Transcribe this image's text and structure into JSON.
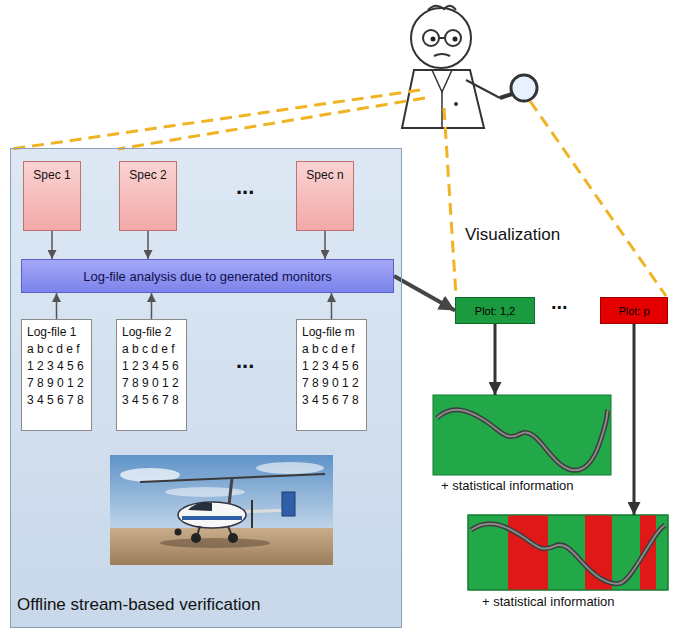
{
  "diagram": {
    "nodes": [
      {
        "text": [
          "Offline stream-based verification"
        ]
      },
      {
        "text": [
          "Spec 1"
        ],
        "in": 0
      },
      {
        "text": [
          "Spec 2"
        ],
        "in": 0
      },
      {
        "text": [
          "Spec n"
        ],
        "in": 0
      },
      {
        "text": [
          "Log-file analysis due to generated monitors"
        ],
        "in": 0
      },
      {
        "text": [
          "Log-file 1",
          "a b c d e f",
          "1 2 3 4 5 6",
          "7 8 9 0 1 2",
          "3 4 5 6 7 8"
        ],
        "in": 0
      },
      {
        "text": [
          "Log-file 2",
          "a b c d e f",
          "1 2 3 4 5 6",
          "7 8 9 0 1 2",
          "3 4 5 6 7 8"
        ],
        "in": 0
      },
      {
        "text": [
          "Log-file m",
          "a b c d e f",
          "1 2 3 4 5 6",
          "7 8 9 0 1 2",
          "3 4 5 6 7 8"
        ],
        "in": 0
      },
      {
        "text": [
          "Plot: 1,2"
        ]
      },
      {
        "text": [
          "Plot: p"
        ]
      },
      {
        "text": [
          "+ statistical information"
        ]
      },
      {
        "text": [
          "+ statistical information"
        ]
      }
    ],
    "edges": [
      {
        "from": 1,
        "to": 4,
        "arrow": "to"
      },
      {
        "from": 2,
        "to": 4,
        "arrow": "to"
      },
      {
        "from": 3,
        "to": 4,
        "arrow": "to"
      },
      {
        "from": 5,
        "to": 4,
        "arrow": "to"
      },
      {
        "from": 6,
        "to": 4,
        "arrow": "to"
      },
      {
        "from": 7,
        "to": 4,
        "arrow": "to"
      },
      {
        "from": 4,
        "to": 8,
        "arrow": "to"
      },
      {
        "from": 8,
        "to": 10,
        "arrow": "to"
      },
      {
        "from": 9,
        "to": 11,
        "arrow": "to"
      }
    ],
    "labels": [
      "...",
      "Visualization",
      "...",
      "..."
    ]
  }
}
